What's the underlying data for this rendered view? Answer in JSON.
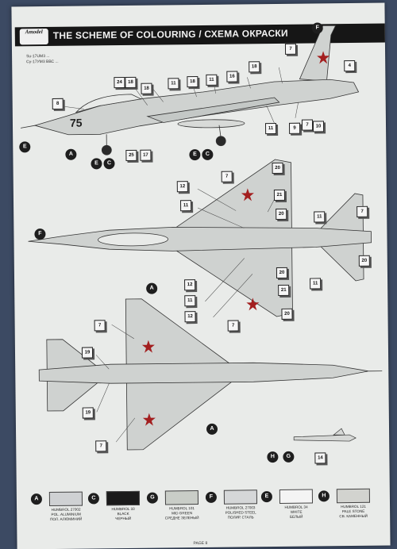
{
  "header": {
    "logo_text": "Amodel",
    "title": "THE SCHEME OF COLOURING / СХЕМА ОКРАСКИ"
  },
  "caption": {
    "line1": "Su-17UM3 ...",
    "line2": "Су-17УМ3 ВВС ..."
  },
  "side_code": "75",
  "callouts": [
    {
      "label": "7"
    },
    {
      "label": "4"
    },
    {
      "label": "8"
    },
    {
      "label": "24"
    },
    {
      "label": "18"
    },
    {
      "label": "18"
    },
    {
      "label": "11"
    },
    {
      "label": "18"
    },
    {
      "label": "11"
    },
    {
      "label": "16"
    },
    {
      "label": "18"
    },
    {
      "label": "11"
    },
    {
      "label": "9"
    },
    {
      "label": "7"
    },
    {
      "label": "10"
    },
    {
      "label": "25"
    },
    {
      "label": "17"
    },
    {
      "label": "20"
    },
    {
      "label": "12"
    },
    {
      "label": "11"
    },
    {
      "label": "21"
    },
    {
      "label": "7"
    },
    {
      "label": "20"
    },
    {
      "label": "12"
    },
    {
      "label": "11"
    },
    {
      "label": "20"
    },
    {
      "label": "11"
    },
    {
      "label": "21"
    },
    {
      "label": "11"
    },
    {
      "label": "20"
    },
    {
      "label": "12"
    },
    {
      "label": "7"
    },
    {
      "label": "7"
    },
    {
      "label": "19"
    },
    {
      "label": "19"
    },
    {
      "label": "7"
    },
    {
      "label": "14"
    },
    {
      "label": "20"
    },
    {
      "label": "7"
    }
  ],
  "color_codes": [
    {
      "code": "F"
    },
    {
      "code": "E"
    },
    {
      "code": "A"
    },
    {
      "code": "E"
    },
    {
      "code": "C"
    },
    {
      "code": "E"
    },
    {
      "code": "C"
    },
    {
      "code": "F"
    },
    {
      "code": "A"
    },
    {
      "code": "A"
    },
    {
      "code": "H"
    },
    {
      "code": "G"
    }
  ],
  "legend": [
    {
      "code": "A",
      "color": "#cfd1d3",
      "lines": [
        "HUMBROL 27002",
        "POL. ALUMINIUM",
        "ПОЛ. АЛЮМИНИЙ"
      ]
    },
    {
      "code": "C",
      "color": "#1a1a1a",
      "lines": [
        "HUMBROL 33",
        "BLACK",
        "ЧЕРНЫЙ"
      ]
    },
    {
      "code": "G",
      "color": "#c9cdc7",
      "lines": [
        "HUMBROL 101",
        "MID GREEN",
        "СРЕДНЕ ЗЕЛЕНЫЙ"
      ]
    },
    {
      "code": "F",
      "color": "#d5d7d8",
      "lines": [
        "HUMBROL 27003",
        "POLISHED STEEL",
        "ПОЛИР. СТАЛЬ"
      ]
    },
    {
      "code": "E",
      "color": "#f4f4f4",
      "lines": [
        "HUMBROL 34",
        "WHITE",
        "БЕЛЫЙ"
      ]
    },
    {
      "code": "H",
      "color": "#d2d3cf",
      "lines": [
        "HUMBROL 121",
        "PALE STONE",
        "СВ. КАМЕННЫЙ"
      ]
    }
  ],
  "page_label": "PAGE 8"
}
